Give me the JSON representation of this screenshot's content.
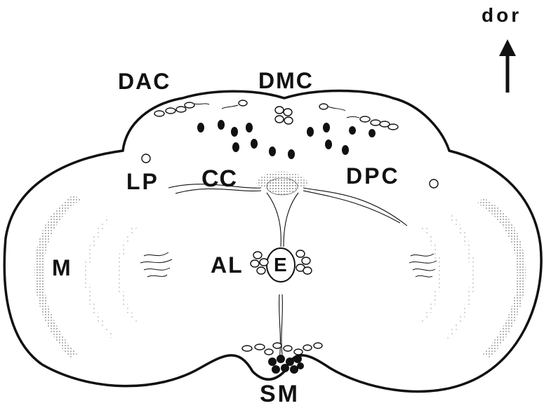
{
  "diagram": {
    "orientation_label": "dor",
    "labels": {
      "dac": "DAC",
      "dmc": "DMC",
      "lp": "LP",
      "cc": "CC",
      "dpc": "DPC",
      "m": "M",
      "al": "AL",
      "e": "E",
      "sm": "SM"
    },
    "colors": {
      "ink": "#111111",
      "background": "#ffffff",
      "stipple": "#555555"
    }
  }
}
